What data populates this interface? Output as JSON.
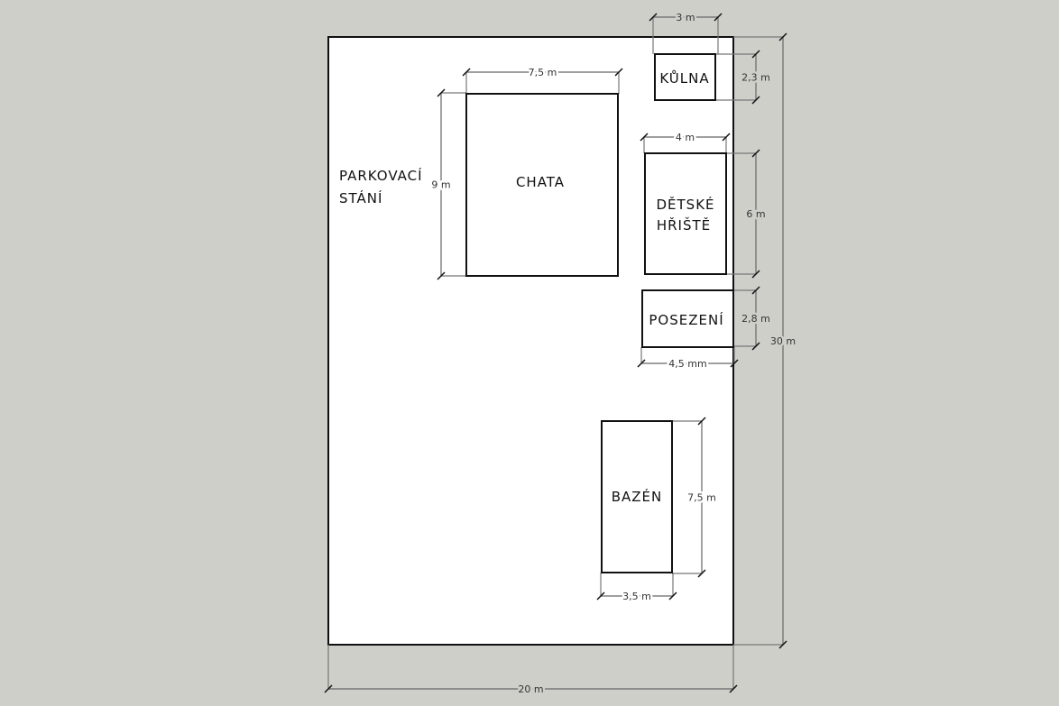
{
  "plan": {
    "parking": {
      "line1": "PARKOVACÍ",
      "line2": "STÁNÍ"
    },
    "objects": {
      "kulna": "KŮLNA",
      "chata": "CHATA",
      "hriste_line1": "DĚTSKÉ",
      "hriste_line2": "HŘIŠTĚ",
      "posezeni": "POSEZENÍ",
      "bazen": "BAZÉN"
    },
    "dimensions": {
      "kulna_width": "3 m",
      "kulna_height": "2,3 m",
      "chata_width": "7,5 m",
      "chata_height": "9 m",
      "hriste_width": "4 m",
      "hriste_height": "6 m",
      "posezeni_height": "2,8 m",
      "posezeni_width": "4,5 mm",
      "plot_height": "30 m",
      "plot_width": "20 m",
      "bazen_height": "7,5 m",
      "bazen_width": "3,5 m"
    }
  },
  "colors": {
    "background": "#cfcfca",
    "plot": "#ffffff",
    "outline": "#111111"
  }
}
